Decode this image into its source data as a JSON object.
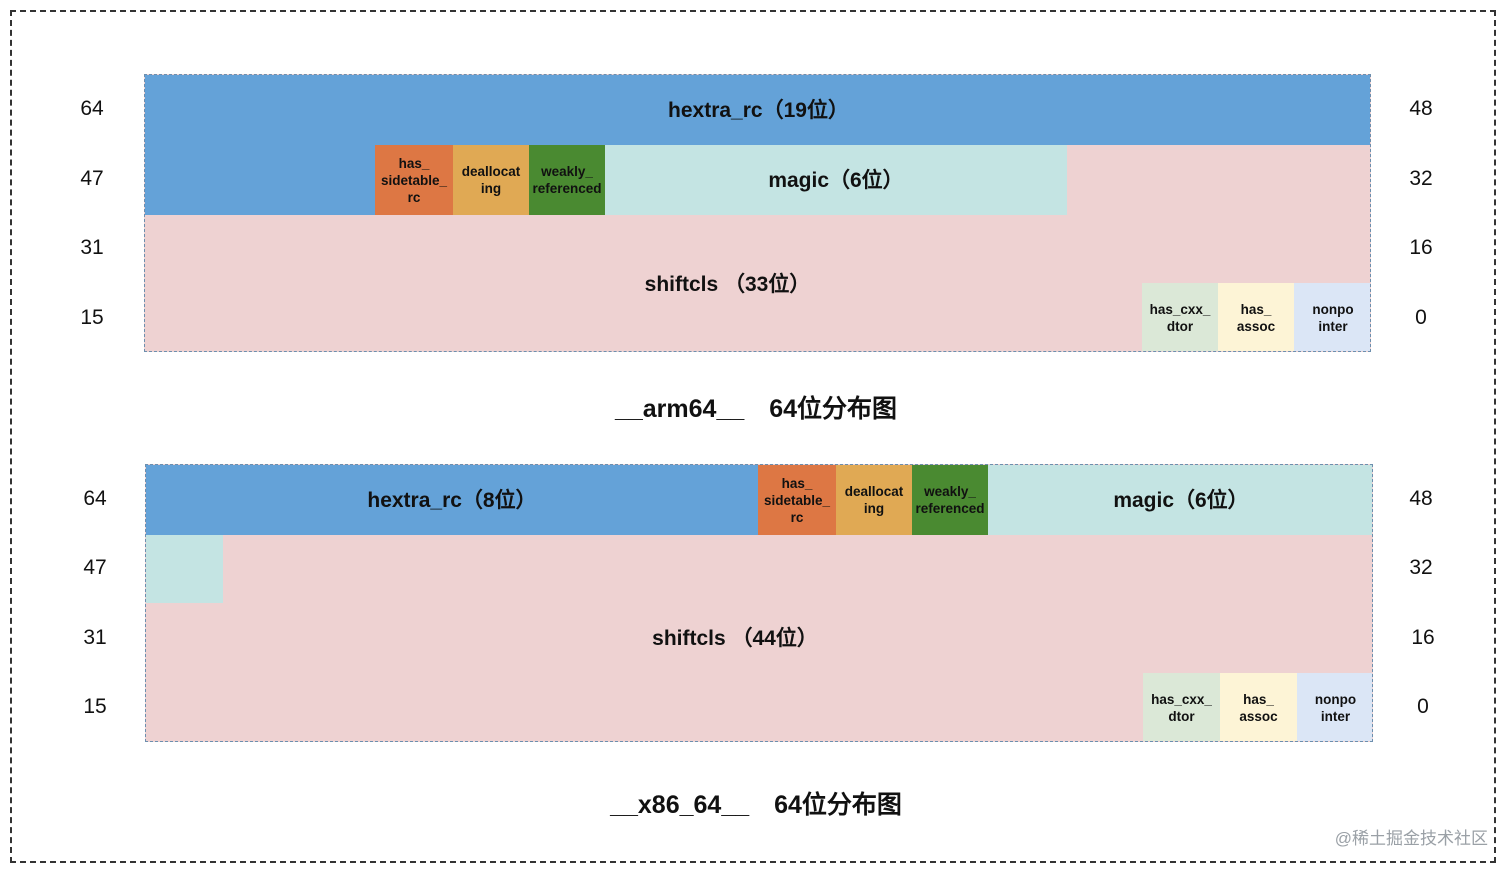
{
  "arm64": {
    "caption": "__arm64__  64位分布图",
    "left_labels": [
      "64",
      "47",
      "31",
      "15"
    ],
    "right_labels": [
      "48",
      "32",
      "16",
      "0"
    ],
    "hextra_rc": "hextra_rc（19位）",
    "has_sidetable_rc": "has_\nsidetable_\nrc",
    "deallocating": "deallocat\ning",
    "weakly_referenced": "weakly_\nreferenced",
    "magic": "magic（6位）",
    "shiftcls": "shiftcls （33位）",
    "has_cxx_dtor": "has_cxx_\ndtor",
    "has_assoc": "has_\nassoc",
    "nonpointer": "nonpo\ninter"
  },
  "x86_64": {
    "caption": "__x86_64__  64位分布图",
    "left_labels": [
      "64",
      "47",
      "31",
      "15"
    ],
    "right_labels": [
      "48",
      "32",
      "16",
      "0"
    ],
    "hextra_rc": "hextra_rc（8位）",
    "has_sidetable_rc": "has_\nsidetable_\nrc",
    "deallocating": "deallocat\ning",
    "weakly_referenced": "weakly_\nreferenced",
    "magic": "magic（6位）",
    "shiftcls": "shiftcls （44位）",
    "has_cxx_dtor": "has_cxx_\ndtor",
    "has_assoc": "has_\nassoc",
    "nonpointer": "nonpo\ninter"
  },
  "watermark": "@稀土掘金技术社区",
  "colors": {
    "hextra_rc": "#64a2d8",
    "magic": "#c4e4e3",
    "shiftcls": "#eed2d2",
    "has_sidetable_rc": "#dd7744",
    "deallocating": "#e0a954",
    "weakly_referenced": "#4a8a31",
    "has_cxx_dtor": "#dbe8d7",
    "has_assoc": "#fdf4d6",
    "nonpointer": "#dbe6f6"
  }
}
